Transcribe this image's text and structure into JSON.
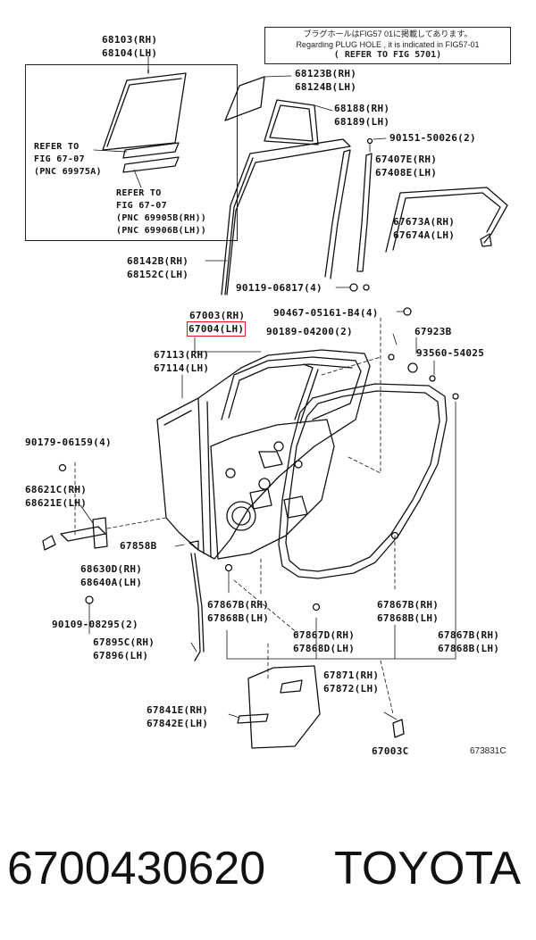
{
  "note": {
    "line1": "プラグホールはFIG57 01に掲載してあります。",
    "line2": "Regarding PLUG HOLE , it is indicated in FIG57-01",
    "line3": "( REFER TO FIG 5701)"
  },
  "inset_labels": {
    "part_rh": "68103(RH)",
    "part_lh": "68104(LH)",
    "ref1_a": "REFER TO",
    "ref1_b": "FIG 67-07",
    "ref1_c": "(PNC 69975A)",
    "ref2_a": "REFER TO",
    "ref2_b": "FIG 67-07",
    "ref2_c": "(PNC 69905B(RH))",
    "ref2_d": "(PNC 69906B(LH))"
  },
  "labels": [
    {
      "id": "68123B",
      "text": "68123B(RH)"
    },
    {
      "id": "68124B",
      "text": "68124B(LH)"
    },
    {
      "id": "68188",
      "text": "68188(RH)"
    },
    {
      "id": "68189",
      "text": "68189(LH)"
    },
    {
      "id": "90151",
      "text": "90151-50026(2)"
    },
    {
      "id": "67407E",
      "text": "67407E(RH)"
    },
    {
      "id": "67408E",
      "text": "67408E(LH)"
    },
    {
      "id": "67673A",
      "text": "67673A(RH)"
    },
    {
      "id": "67674A",
      "text": "67674A(LH)"
    },
    {
      "id": "68142B",
      "text": "68142B(RH)"
    },
    {
      "id": "68152C",
      "text": "68152C(LH)"
    },
    {
      "id": "90119",
      "text": "90119-06817(4)"
    },
    {
      "id": "67003RH",
      "text": "67003(RH)"
    },
    {
      "id": "67004LH",
      "text": "67004(LH)"
    },
    {
      "id": "90467",
      "text": "90467-05161-B4(4)"
    },
    {
      "id": "90189",
      "text": "90189-04200(2)"
    },
    {
      "id": "67923B",
      "text": "67923B"
    },
    {
      "id": "67113",
      "text": "67113(RH)"
    },
    {
      "id": "67114",
      "text": "67114(LH)"
    },
    {
      "id": "93560",
      "text": "93560-54025"
    },
    {
      "id": "90179",
      "text": "90179-06159(4)"
    },
    {
      "id": "68621C",
      "text": "68621C(RH)"
    },
    {
      "id": "68621E",
      "text": "68621E(LH)"
    },
    {
      "id": "67858B",
      "text": "67858B"
    },
    {
      "id": "68630D",
      "text": "68630D(RH)"
    },
    {
      "id": "68640A",
      "text": "68640A(LH)"
    },
    {
      "id": "67867B_a",
      "text": "67867B(RH)"
    },
    {
      "id": "67868B_a",
      "text": "67868B(LH)"
    },
    {
      "id": "67867B_b",
      "text": "67867B(RH)"
    },
    {
      "id": "67868B_b",
      "text": "67868B(LH)"
    },
    {
      "id": "90109",
      "text": "90109-08295(2)"
    },
    {
      "id": "67867D",
      "text": "67867D(RH)"
    },
    {
      "id": "67868D",
      "text": "67868D(LH)"
    },
    {
      "id": "67867B_c",
      "text": "67867B(RH)"
    },
    {
      "id": "67868B_c",
      "text": "67868B(LH)"
    },
    {
      "id": "67895C",
      "text": "67895C(RH)"
    },
    {
      "id": "67896",
      "text": "67896(LH)"
    },
    {
      "id": "67871",
      "text": "67871(RH)"
    },
    {
      "id": "67872",
      "text": "67872(LH)"
    },
    {
      "id": "67841E",
      "text": "67841E(RH)"
    },
    {
      "id": "67842E",
      "text": "67842E(LH)"
    },
    {
      "id": "67003C",
      "text": "67003C"
    }
  ],
  "catalog_no": "673831C",
  "footer": {
    "part_number": "6700430620",
    "brand": "TOYOTA"
  },
  "colors": {
    "highlight": "#e0161e",
    "ink": "#111111"
  }
}
